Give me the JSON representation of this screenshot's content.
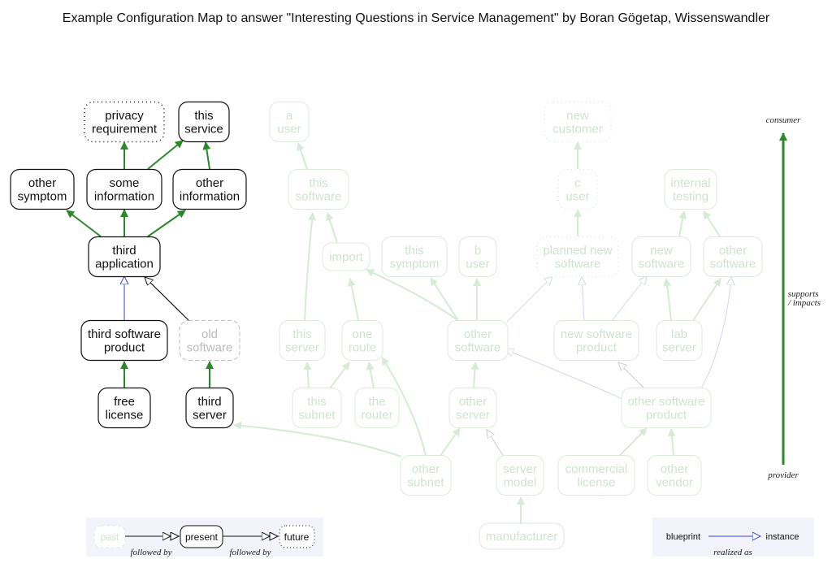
{
  "title": "Example Configuration Map to answer \"Interesting Questions in Service Management\"   by Boran Gögetap, Wissenswandler",
  "colors": {
    "supports": "#2a8a2a",
    "realized": "#3344cc",
    "follows": "#111111",
    "faded_text": "#cfe3cf",
    "faded_box": "#dcebdc"
  },
  "nodes": {
    "privacy_requirement": "privacy\nrequirement",
    "this_service": "this\nservice",
    "other_symptom": "other\nsymptom",
    "some_information": "some\ninformation",
    "other_information": "other\ninformation",
    "third_application": "third\napplication",
    "third_software_product": "third software\nproduct",
    "old_software": "old\nsoftware",
    "free_license": "free\nlicense",
    "third_server": "third\nserver",
    "a_user": "a\nuser",
    "this_software": "this\nsoftware",
    "import": "import",
    "this_symptom": "this\nsymptom",
    "b_user": "b\nuser",
    "new_customer": "new\ncustomer",
    "c_user": "c\nuser",
    "internal_testing": "internal\ntesting",
    "planned_new_software": "planned new\nsoftware",
    "new_software": "new\nsoftware",
    "other_software_top": "other\nsoftware",
    "this_server": "this\nserver",
    "one_route": "one\nroute",
    "other_software_mid": "other\nsoftware",
    "new_software_product": "new software\nproduct",
    "lab_server": "lab\nserver",
    "this_subnet": "this\nsubnet",
    "the_router": "the\nrouter",
    "other_server": "other\nserver",
    "other_software_product": "other software\nproduct",
    "other_subnet": "other\nsubnet",
    "server_model": "server\nmodel",
    "commercial_license": "commercial\nlicense",
    "other_vendor": "other\nvendor",
    "manufacturer": "manufacturer"
  },
  "legend": {
    "past": "past",
    "present": "present",
    "future": "future",
    "followed_by_1": "followed by",
    "followed_by_2": "followed by",
    "blueprint": "blueprint",
    "instance": "instance",
    "realized_as": "realized as"
  },
  "axis": {
    "consumer": "consumer",
    "supports_impacts": "supports\n/ impacts",
    "provider": "provider"
  }
}
